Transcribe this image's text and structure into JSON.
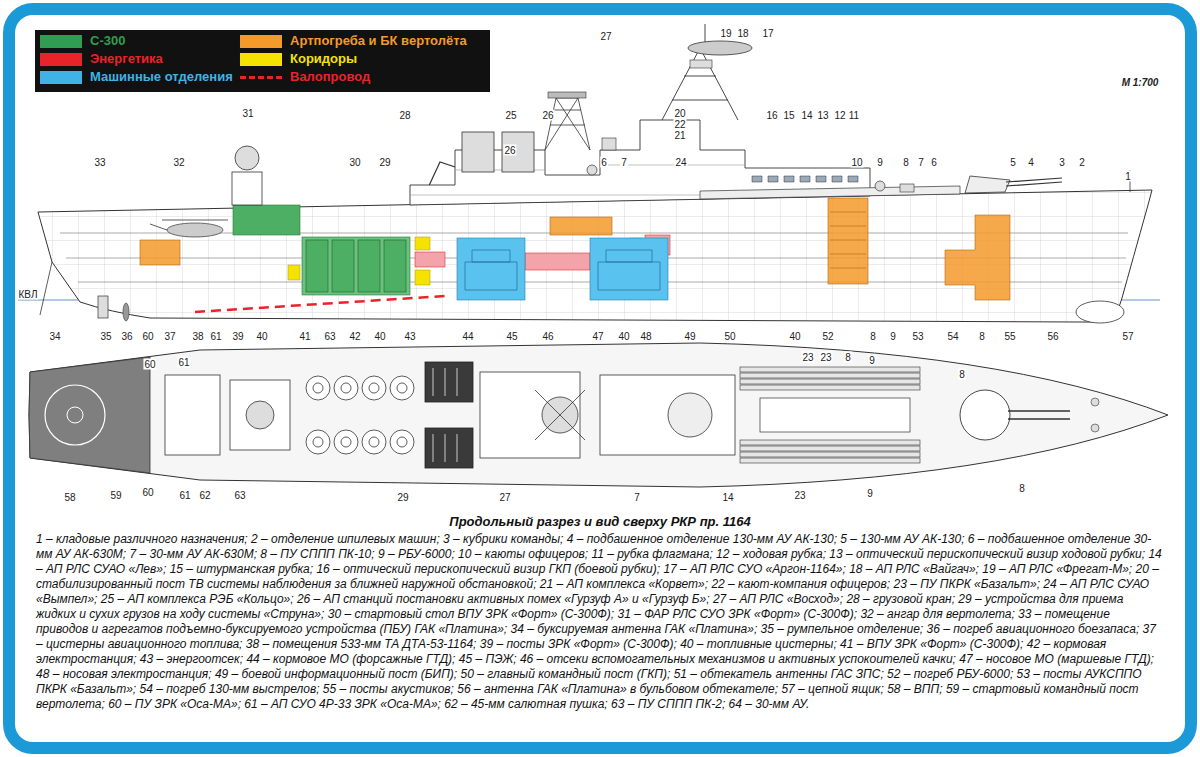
{
  "diagram": {
    "title": "Продольный разрез и вид сверху РКР пр. 1164",
    "caption": "1 – кладовые различного назначения; 2 – отделение шпилевых машин; 3 – кубрики команды; 4 – подбашенное отделение 130-мм АУ АК-130; 5 – 130-мм АУ АК-130; 6 – подбашенное отделение 30-мм АУ АК-630М; 7 – 30-мм АУ АК-630М; 8 – ПУ СППП ПК-10; 9 – РБУ-6000; 10 – каюты офицеров; 11 – рубка флагмана; 12 – ходовая рубка; 13 – оптический перископический визир ходовой рубки; 14 – АП РЛС СУАО «Лев»; 15 – штурманская рубка; 16 – оптический перископический визир ГКП (боевой рубки); 17 – АП РЛС СУО «Аргон-1164»; 18 – АП РЛС «Вайгач»; 19 – АП РЛС «Фрегат-М»; 20 – стабилизированный пост ТВ системы наблюдения за ближней наружной обстановкой; 21 – АП комплекса «Корвет»; 22 – кают-компания офицеров; 23 – ПУ ПКРК «Базальт»; 24 – АП РЛС СУАО «Вымпел»; 25 – АП комплекса РЭБ «Кольцо»; 26 – АП станций постановки активных помех «Гурзуф А» и «Гурзуф Б»; 27 – АП РЛС «Восход»; 28 – грузовой кран; 29 – устройства для приема жидких и сухих грузов на ходу системы «Струна»; 30 – стартовый стол ВПУ ЗРК «Форт» (С-300Ф); 31 – ФАР РЛС СУО ЗРК «Форт» (С-300Ф); 32 – ангар для вертолета; 33 – помещение приводов и агрегатов подъемно-буксируемого устройства (ПБУ) ГАК «Платина»; 34 – буксируемая антенна ГАК «Платина»; 35 – румпельное отделение; 36 – погреб авиационного боезапаса; 37 – цистерны авиационного топлива; 38 – помещения 533-мм ТА ДТА-53-1164; 39 – посты ЗРК «Форт» (С-300Ф); 40 – топливные цистерны; 41 – ВПУ ЗРК «Форт» (С-300Ф); 42 – кормовая электростанция; 43 – энергоотсек; 44 – кормовое МО (форсажные ГТД); 45 – ПЭЖ; 46 – отсеки вспомогательных механизмов и активных успокоителей качки; 47 – носовое МО (маршевые ГТД); 48 – носовая электростанция; 49 – боевой информационный пост (БИП); 50 – главный командный пост (ГКП); 51 – обтекатель антенны ГАС ЗПС; 52 – погреб РБУ-6000; 53 – посты АУКСППО ПКРК «Базальт»; 54 – погреб 130-мм выстрелов; 55 – посты акустиков; 56 – антенна ГАК «Платина» в бульбовом обтекателе; 57 – цепной ящик; 58 – ВПП; 59 – стартовый командный пост вертолета; 60 – ПУ ЗРК «Оса-МА»; 61 – АП СУО 4Р-33 ЗРК «Оса-МА»; 62 – 45-мм салютная пушка; 63 – ПУ СППП ПК-2; 64 – 30-мм АУ.",
    "labels": [
      "27",
      "19",
      "18",
      "17",
      "М 1:700",
      "31",
      "28",
      "25",
      "26",
      "20",
      "22",
      "21",
      "16",
      "15",
      "14",
      "13",
      "12",
      "11",
      "33",
      "32",
      "30",
      "29",
      "26",
      "6",
      "7",
      "24",
      "10",
      "9",
      "8",
      "7",
      "6",
      "5",
      "4",
      "3",
      "2",
      "1",
      "КВЛ",
      "34",
      "35",
      "36",
      "60",
      "37",
      "38",
      "61",
      "39",
      "40",
      "41",
      "63",
      "42",
      "40",
      "43",
      "44",
      "45",
      "46",
      "47",
      "40",
      "48",
      "49",
      "50",
      "40",
      "52",
      "8",
      "9",
      "53",
      "54",
      "8",
      "55",
      "56",
      "57",
      "60",
      "61",
      "23",
      "23",
      "8",
      "9",
      "8",
      "58",
      "59",
      "60",
      "61",
      "62",
      "63",
      "29",
      "27",
      "7",
      "14",
      "23",
      "9",
      "8"
    ],
    "legend": [
      {
        "text": "С-300",
        "color": "#2f9e53"
      },
      {
        "text": "Энергетика",
        "color": "#e8242a"
      },
      {
        "text": "Машинные отделения",
        "color": "#3fb3e6"
      },
      {
        "text": "Артпогреба и БК вертолёта",
        "color": "#f39a2b"
      },
      {
        "text": "Коридоры",
        "color": "#f6e200"
      },
      {
        "text": "Валопровод"
      }
    ]
  }
}
